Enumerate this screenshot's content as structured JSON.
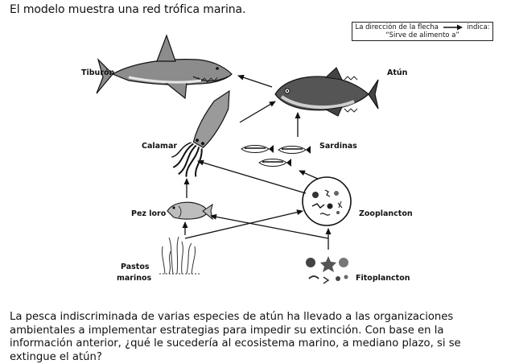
{
  "intro_text": "El modelo muestra una red trófica marina.",
  "legend": {
    "line1_before": "La dirección de la flecha",
    "line1_after": "indica:",
    "line2": "“Sirve de alimento a”"
  },
  "organisms": {
    "shark": "Tiburón",
    "tuna": "Atún",
    "squid": "Calamar",
    "sardines": "Sardinas",
    "parrotfish": "Pez loro",
    "zooplankton": "Zooplancton",
    "seagrass_line1": "Pastos",
    "seagrass_line2": "marinos",
    "phytoplankton": "Fitoplancton"
  },
  "question_text": "La pesca indiscriminada de varias especies de atún ha llevado a las organizaciones ambientales a implementar estrategias para impedir su extinción. Con base en la información anterior, ¿qué le sucedería al ecosistema marino, a mediano plazo, si se extingue el atún?",
  "colors": {
    "ink": "#111111",
    "fill": "#9a9a9a",
    "dark": "#444444"
  }
}
